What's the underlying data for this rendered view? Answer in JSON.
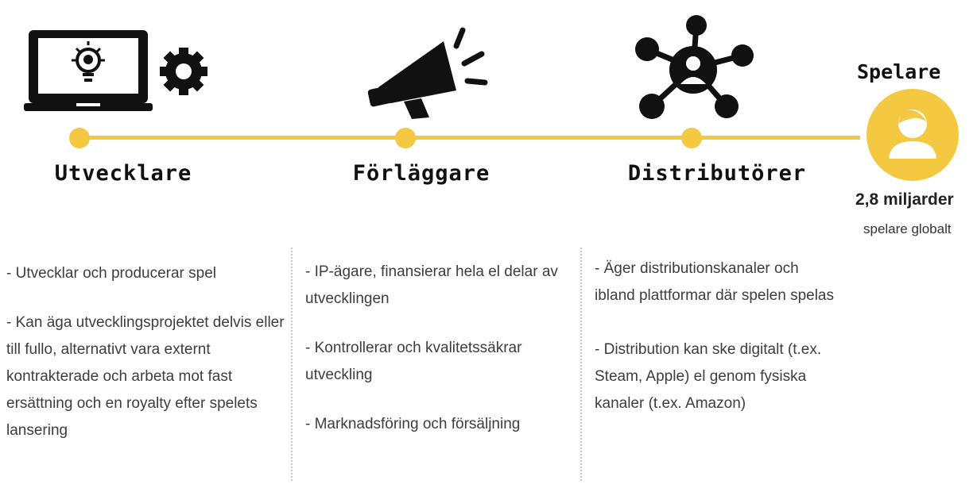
{
  "stages": [
    {
      "title": "Utvecklare",
      "icon": "laptop-gear-icon",
      "paragraphs": [
        "- Utvecklar och producerar spel",
        "- Kan äga utvecklingsprojektet delvis eller till fullo, alternativt vara externt kontrakterade och arbeta mot fast ersättning och en royalty efter spelets lansering"
      ]
    },
    {
      "title": "Förläggare",
      "icon": "megaphone-icon",
      "paragraphs": [
        "- IP-ägare, finansierar hela el delar av utvecklingen",
        "- Kontrollerar och kvalitetssäkrar utveckling",
        "- Marknadsföring och försäljning"
      ]
    },
    {
      "title": "Distributörer",
      "icon": "network-hub-icon",
      "paragraphs": [
        "- Äger distributionskanaler och ibland plattformar där spelen spelas",
        "- Distribution kan ske digitalt (t.ex. Steam, Apple) el genom fysiska kanaler (t.ex. Amazon)"
      ]
    }
  ],
  "player": {
    "title": "Spelare",
    "icon": "user-icon",
    "count": "2,8 miljarder",
    "caption": "spelare globalt"
  },
  "colors": {
    "accent": "#f5c842",
    "text": "#333333",
    "icon": "#111111"
  }
}
